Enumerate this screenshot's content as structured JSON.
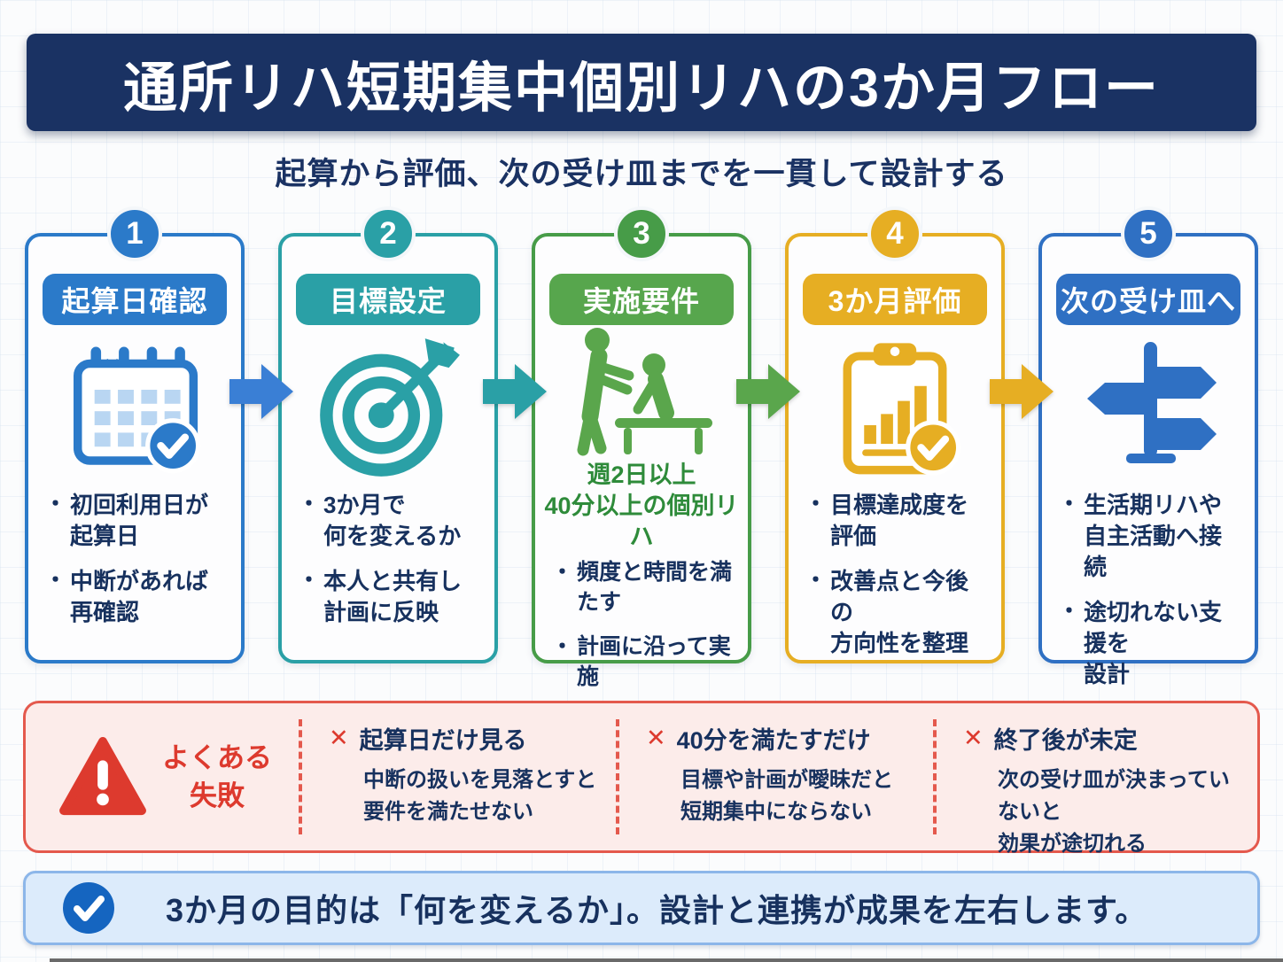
{
  "header": {
    "title": "通所リハ短期集中個別リハの3か月フロー",
    "bg_color": "#1a3263"
  },
  "subtitle": "起算から評価、次の受け皿までを一貫して設計する",
  "glyphs": {
    "bullet": "・",
    "x_mark": "✕"
  },
  "colors": {
    "navy_text": "#17315e",
    "step1_blue": "#2b7ac9",
    "step2_teal": "#2aa0a6",
    "step3_green": "#57a64d",
    "step4_gold": "#e6ae23",
    "step5_blue": "#2f70c3",
    "highlight_green": "#2e8b3a",
    "fail_red": "#dd3a2e",
    "fail_bg": "#fcecea",
    "footer_bg": "#dcebfb",
    "footer_check_blue": "#1565c0"
  },
  "steps": [
    {
      "number": "1",
      "label": "起算日確認",
      "icon": "calendar-check-icon",
      "bullets": [
        "初回利用日が\n起算日",
        "中断があれば\n再確認"
      ]
    },
    {
      "number": "2",
      "label": "目標設定",
      "icon": "target-icon",
      "bullets": [
        "3か月で\n何を変えるか",
        "本人と共有し\n計画に反映"
      ]
    },
    {
      "number": "3",
      "label": "実施要件",
      "icon": "rehab-assist-icon",
      "highlight": "週2日以上\n40分以上の個別リハ",
      "bullets": [
        "頻度と時間を満たす",
        "計画に沿って実施"
      ]
    },
    {
      "number": "4",
      "label": "3か月評価",
      "icon": "clipboard-chart-check-icon",
      "bullets": [
        "目標達成度を評価",
        "改善点と今後の\n方向性を整理"
      ]
    },
    {
      "number": "5",
      "label": "次の受け皿へ",
      "icon": "signpost-icon",
      "bullets": [
        "生活期リハや\n自主活動へ接続",
        "途切れない支援を\n設計"
      ]
    }
  ],
  "failures": {
    "heading": "よくある\n失敗",
    "items": [
      {
        "title": "起算日だけ見る",
        "desc": "中断の扱いを見落とすと\n要件を満たせない"
      },
      {
        "title": "40分を満たすだけ",
        "desc": "目標や計画が曖昧だと\n短期集中にならない"
      },
      {
        "title": "終了後が未定",
        "desc": "次の受け皿が決まっていないと\n効果が途切れる"
      }
    ]
  },
  "footer": {
    "text": "3か月の目的は「何を変えるか」。設計と連携が成果を左右します。"
  }
}
